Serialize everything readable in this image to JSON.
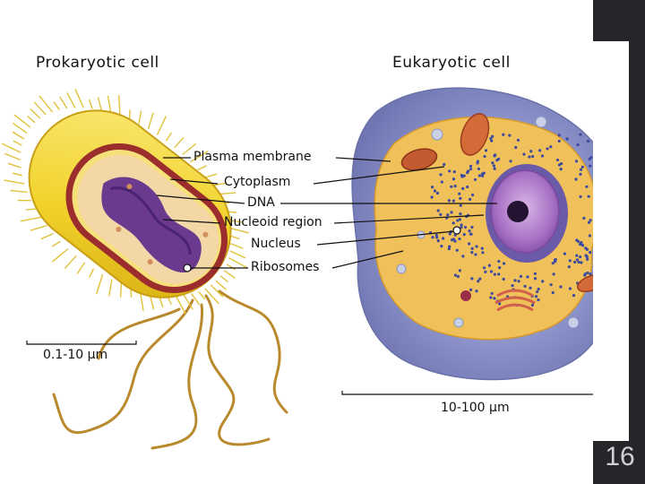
{
  "slide": {
    "page_number": "16"
  },
  "diagram": {
    "prokaryote_title": "Prokaryotic cell",
    "eukaryote_title": "Eukaryotic cell",
    "labels": [
      "Plasma membrane",
      "Cytoplasm",
      "DNA",
      "Nucleoid region",
      "Nucleus",
      "Ribosomes"
    ],
    "prokaryote_scale": "0.1-10 µm",
    "eukaryote_scale": "10-100 µm"
  },
  "colors": {
    "cell_yellow": "#f2d62a",
    "membrane_red": "#9b2d2d",
    "dna_purple": "#6b3a8f",
    "eukaryote_blue": "#8b92c9",
    "cytoplasm_orange": "#f0c15a",
    "nucleus_violet": "#a770c2",
    "slide_bar": "#26262a"
  }
}
